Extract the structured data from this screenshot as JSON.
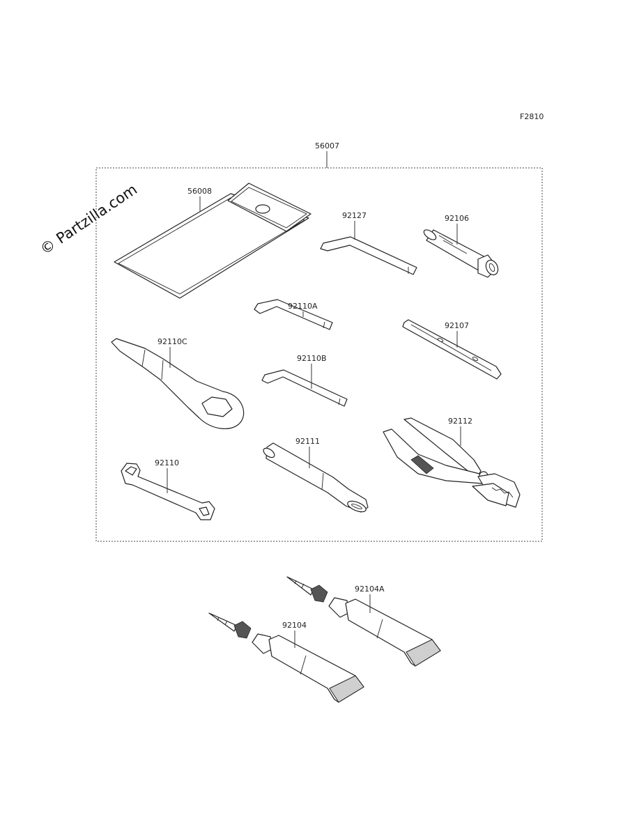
{
  "figure_code": "F2810",
  "watermark": "© Partzilla.com",
  "assembly_label": "56007",
  "parts": [
    {
      "id": "pouch",
      "label": "56008"
    },
    {
      "id": "hex-key-large",
      "label": "92127"
    },
    {
      "id": "spark-plug-handle",
      "label": "92106"
    },
    {
      "id": "hex-key-a",
      "label": "92110A"
    },
    {
      "id": "screwdriver",
      "label": "92107"
    },
    {
      "id": "ring-wrench",
      "label": "92110C"
    },
    {
      "id": "hex-key-b",
      "label": "92110B"
    },
    {
      "id": "pliers",
      "label": "92112"
    },
    {
      "id": "extension-bar",
      "label": "92111"
    },
    {
      "id": "open-wrench",
      "label": "92110"
    },
    {
      "id": "tube-a",
      "label": "92104A"
    },
    {
      "id": "tube",
      "label": "92104"
    }
  ]
}
